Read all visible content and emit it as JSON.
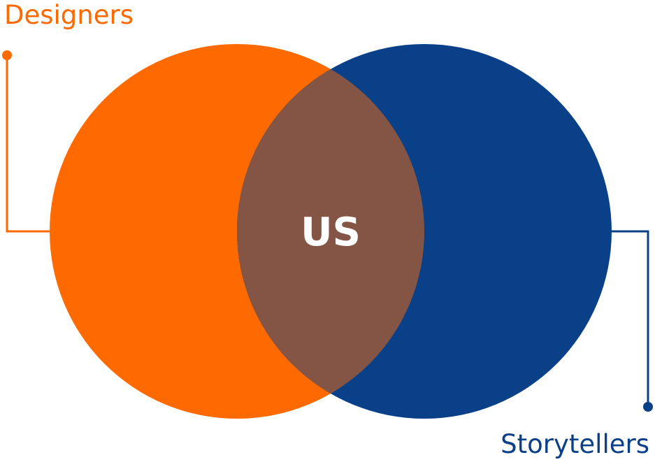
{
  "diagram": {
    "left_set": {
      "label": "Designers",
      "color": "#FF6A00"
    },
    "right_set": {
      "label": "Storytellers",
      "color": "#0A4088"
    },
    "intersection": {
      "label": "US",
      "color": "#845544",
      "text_color": "#FFFFFF"
    }
  }
}
